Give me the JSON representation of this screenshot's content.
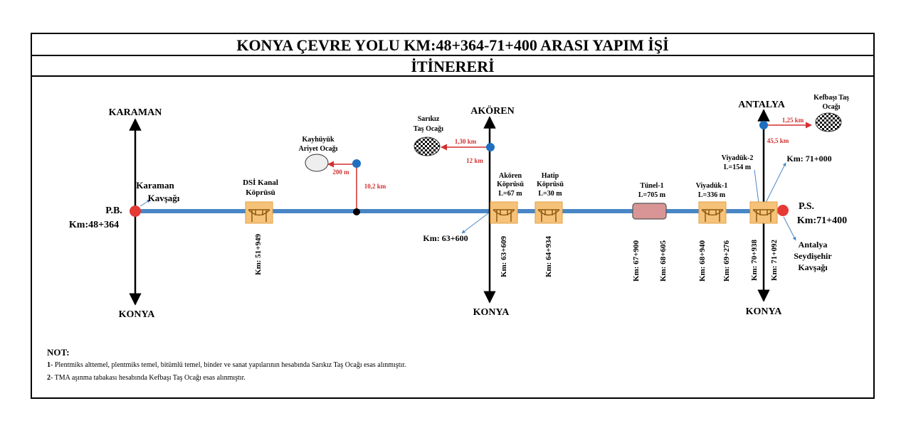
{
  "header": {
    "title": "KONYA ÇEVRE YOLU KM:48+364-71+400 ARASI YAPIM İŞİ",
    "subtitle": "İTİNERERİ"
  },
  "colors": {
    "road": "#4a86c5",
    "bridge_fill": "#f6c27a",
    "tunnel_fill": "#d99595",
    "endpoint": "#e53935",
    "distance_text": "#d32f2f"
  },
  "labels": {
    "karaman": "KARAMAN",
    "konya_left": "KONYA",
    "konya_mid": "KONYA",
    "konya_right": "KONYA",
    "akoren": "AKÖREN",
    "antalya": "ANTALYA",
    "karaman_kavsagi_1": "Karaman",
    "karaman_kavsagi_2": "Kavşağı",
    "pb": "P.B.",
    "pb_km": "Km:48+364",
    "ps": "P.S.",
    "ps_km": "Km:71+400",
    "dsi_1": "DSİ Kanal",
    "dsi_2": "Köprüsü",
    "dsi_km": "Km: 51+949",
    "kayhuyuk_1": "Kayhüyük",
    "kayhuyuk_2": "Ariyet Ocağı",
    "kayhuyuk_dist_h": "200 m",
    "kayhuyuk_dist_v": "10,2 km",
    "sarikiz_1": "Sarıkız",
    "sarikiz_2": "Taş Ocağı",
    "sarikiz_dist_h": "1,30 km",
    "sarikiz_dist_v": "12 km",
    "km_63600": "Km: 63+600",
    "akoren_bridge_1": "Akören",
    "akoren_bridge_2": "Köprüsü",
    "akoren_bridge_3": "L=67 m",
    "akoren_km": "Km: 63+609",
    "hatip_1": "Hatip",
    "hatip_2": "Köprüsü",
    "hatip_3": "L=30 m",
    "hatip_km": "Km: 64+934",
    "tunel_1": "Tünel-1",
    "tunel_2": "L=705 m",
    "tunel_km1": "Km: 67+900",
    "tunel_km2": "Km: 68+605",
    "viyaduk1_1": "Viyadük-1",
    "viyaduk1_2": "L=336 m",
    "viyaduk1_km1": "Km: 68+940",
    "viyaduk1_km2": "Km: 69+276",
    "viyaduk2_1": "Viyadük-2",
    "viyaduk2_2": "L=154 m",
    "viyaduk2_km1": "Km: 70+938",
    "viyaduk2_km2": "Km: 71+092",
    "km_71000": "Km: 71+000",
    "kefbasi_1": "Kefbaşı Taş",
    "kefbasi_2": "Ocağı",
    "kefbasi_dist_h": "1,25 km",
    "kefbasi_dist_v": "45,5 km",
    "antalya_kav_1": "Antalya",
    "antalya_kav_2": "Seydişehir",
    "antalya_kav_3": "Kavşağı"
  },
  "notes": {
    "title": "NOT:",
    "items": [
      {
        "num": "1",
        "text": "- Plentmiks alttemel, plentmiks temel, bitümlü temel, binder ve sanat yapılarının hesabında Sarıkız Taş Ocağı esas alınmıştır."
      },
      {
        "num": "2",
        "text": "- TMA aşınma tabakası hesabında Kefbaşı Taş Ocağı esas alınmıştır."
      }
    ]
  }
}
